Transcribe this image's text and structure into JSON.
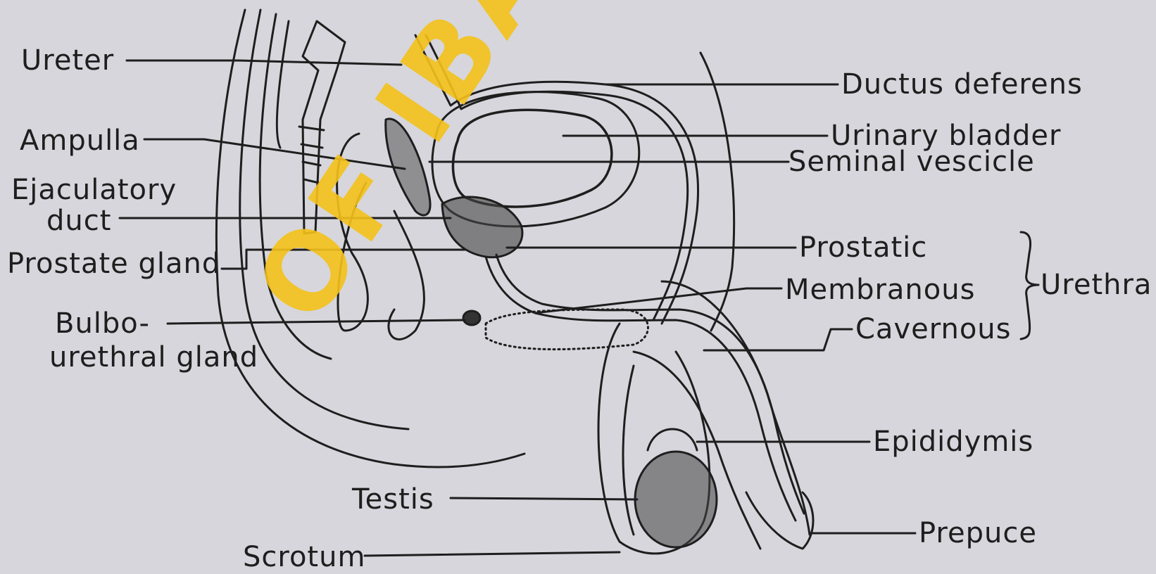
{
  "labels": {
    "ureter": "Ureter",
    "ampulla": "Ampulla",
    "ejaculatory_duct_1": "Ejaculatory",
    "ejaculatory_duct_2": "duct",
    "prostate_gland": "Prostate gland",
    "bulbourethral_1": "Bulbo-",
    "bulbourethral_2": "urethral gland",
    "testis": "Testis",
    "scrotum": "Scrotum",
    "ductus_deferens": "Ductus deferens",
    "urinary_bladder": "Urinary bladder",
    "seminal_vesicle": "Seminal vescicle",
    "prostatic": "Prostatic",
    "membranous": "Membranous",
    "cavernous": "Cavernous",
    "urethra": "Urethra",
    "epididymis": "Epididymis",
    "prepuce": "Prepuce"
  },
  "watermark": "OF IBADAN LIB",
  "colors": {
    "background": "#d6d6dc",
    "ink": "#1e1e1e",
    "watermark": "#f5c21a"
  }
}
